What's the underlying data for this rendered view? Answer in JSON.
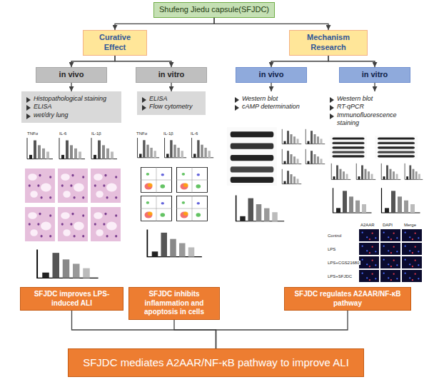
{
  "diagram": {
    "nodes": [
      {
        "text": [
          "Shufeng Jiedu capsule(SFJDC)"
        ]
      },
      {
        "text": [
          "Curative Effect"
        ]
      },
      {
        "text": [
          "Mechanism Research"
        ]
      },
      {
        "text": [
          "in vivo"
        ]
      },
      {
        "text": [
          "in vitro"
        ]
      },
      {
        "text": [
          "in vivo"
        ]
      },
      {
        "text": [
          "in vitro"
        ]
      },
      {
        "text": [
          "Histopathological staining",
          "ELISA",
          "wet/dry lung"
        ]
      },
      {
        "text": [
          "ELISA",
          "Flow cytometry"
        ]
      },
      {
        "text": [
          "Western blot",
          "cAMP determination"
        ]
      },
      {
        "text": [
          "Western blot",
          "RT-qPCR",
          "Immunofluorescence staining"
        ]
      },
      {
        "text": [
          "SFJDC improves LPS-induced ALI"
        ]
      },
      {
        "text": [
          "SFJDC inhibits inflammation and apoptosis in cells"
        ]
      },
      {
        "text": [
          "SFJDC regulates A2AAR/NF-κB pathway"
        ]
      },
      {
        "text": [
          "SFJDC mediates A2AAR/NF-κB pathway to improve ALI"
        ]
      }
    ],
    "edges": [
      {
        "from": 0,
        "to": 1,
        "arrow": "to"
      },
      {
        "from": 0,
        "to": 2,
        "arrow": "to"
      },
      {
        "from": 1,
        "to": 3,
        "arrow": "to"
      },
      {
        "from": 1,
        "to": 4,
        "arrow": "to"
      },
      {
        "from": 2,
        "to": 5,
        "arrow": "to"
      },
      {
        "from": 2,
        "to": 6,
        "arrow": "to"
      },
      {
        "from": 3,
        "to": 7,
        "arrow": "to"
      },
      {
        "from": 4,
        "to": 8,
        "arrow": "to"
      },
      {
        "from": 5,
        "to": 9,
        "arrow": "to"
      },
      {
        "from": 6,
        "to": 10,
        "arrow": "to"
      },
      {
        "from": 11,
        "to": 14,
        "arrow": "none"
      },
      {
        "from": 12,
        "to": 14,
        "arrow": "none"
      },
      {
        "from": 13,
        "to": 14,
        "arrow": "none"
      }
    ],
    "labels": [
      "TNFα",
      "IL-6",
      "IL-1β",
      "TNFα",
      "IL-1β",
      "IL-6",
      "A2AAR",
      "DAPI",
      "Merge",
      "Control",
      "LPS",
      "LPS+CGS21680",
      "LPS+SFJDC"
    ]
  }
}
